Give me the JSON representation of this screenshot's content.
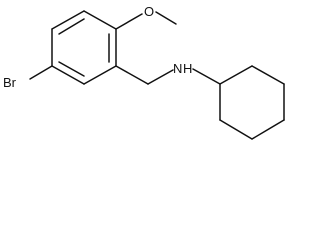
{
  "molecule": {
    "labels": {
      "bromine": "Br",
      "oxygen": "O",
      "amine": "N",
      "amine_h": "H"
    },
    "colors": {
      "bond": "#111111",
      "text": "#111111",
      "background": "#ffffff"
    }
  }
}
